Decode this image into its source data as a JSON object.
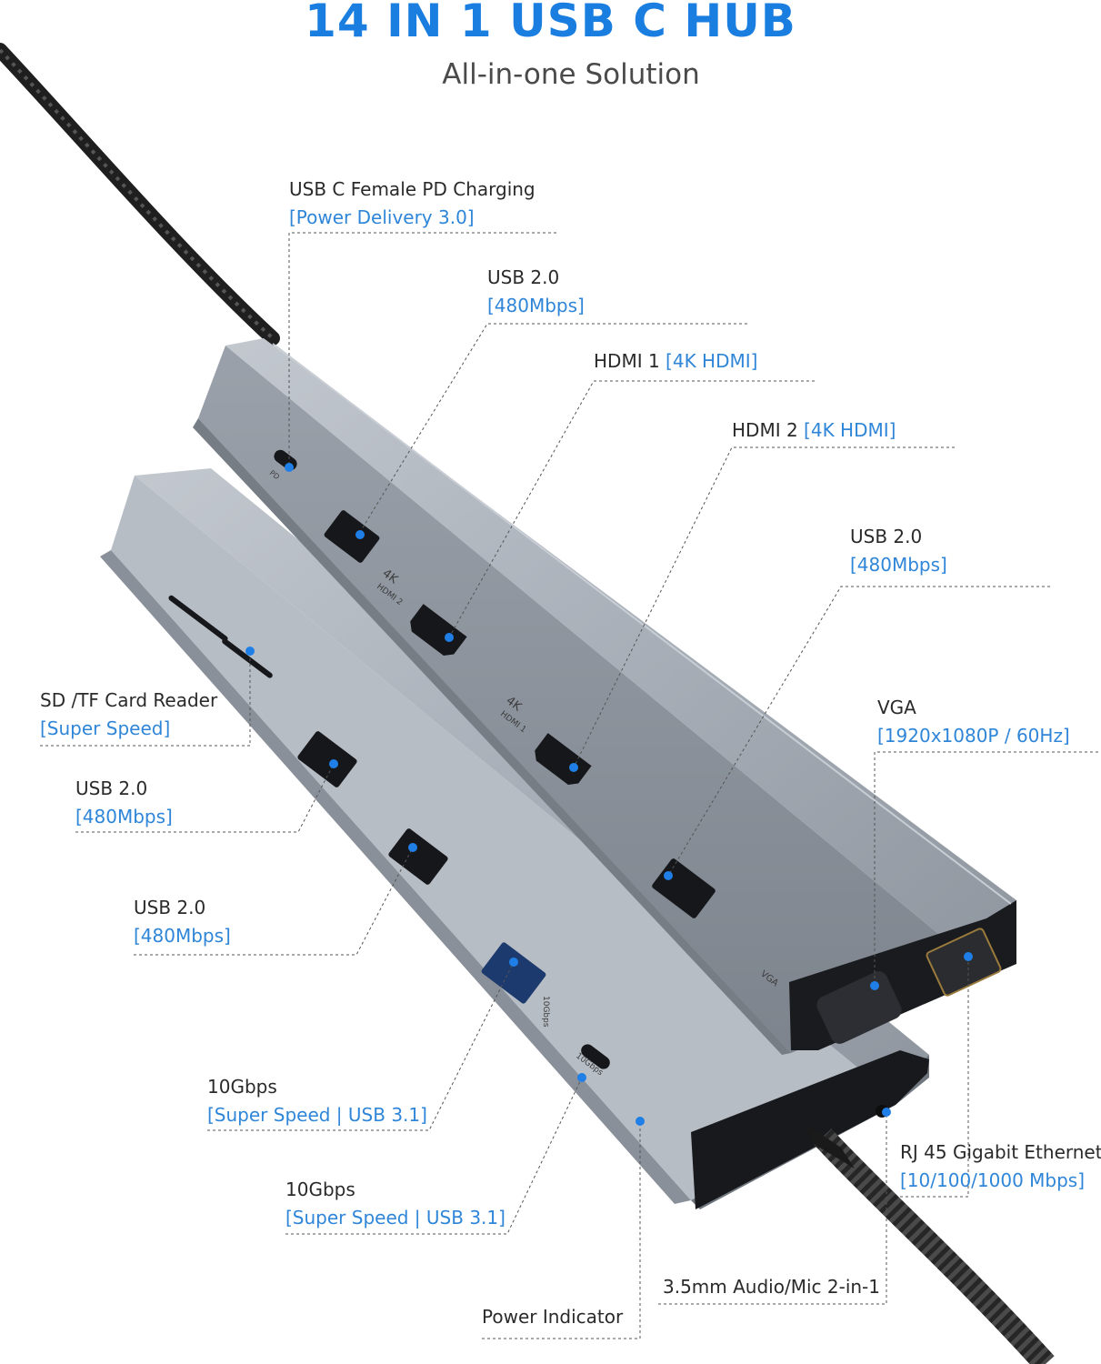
{
  "header": {
    "title": "14 IN 1 USB C HUB",
    "subtitle": "All-in-one Solution"
  },
  "callouts": {
    "pd": {
      "name": "USB C Female PD Charging",
      "spec": "[Power Delivery 3.0]"
    },
    "usb_top_a": {
      "name": "USB 2.0",
      "spec": "[480Mbps]"
    },
    "hdmi1": {
      "name": "HDMI 1",
      "spec": "[4K HDMI]"
    },
    "hdmi2": {
      "name": "HDMI 2",
      "spec": "[4K HDMI]"
    },
    "usb_top_b": {
      "name": "USB 2.0",
      "spec": "[480Mbps]"
    },
    "vga": {
      "name": "VGA",
      "spec": "[1920x1080P / 60Hz]"
    },
    "sd": {
      "name": "SD /TF Card Reader",
      "spec": "[Super Speed]"
    },
    "usb_low_a": {
      "name": "USB 2.0",
      "spec": "[480Mbps]"
    },
    "usb_low_b": {
      "name": "USB 2.0",
      "spec": "[480Mbps]"
    },
    "usb31_a": {
      "name": "10Gbps",
      "spec": "[Super Speed | USB 3.1]"
    },
    "usb31_c": {
      "name": "10Gbps",
      "spec": "[Super Speed | USB 3.1]"
    },
    "rj45": {
      "name": "RJ 45 Gigabit Ethernet",
      "spec": "[10/100/1000 Mbps]"
    },
    "audio": {
      "name": "3.5mm Audio/Mic 2-in-1"
    },
    "power": {
      "name": "Power Indicator"
    }
  },
  "engravings": {
    "hdmi2_badge": "4K",
    "hdmi2_text": "HDMI 2",
    "hdmi1_badge": "4K",
    "hdmi1_text": "HDMI 1",
    "vga_text": "VGA",
    "pd_text": "PD",
    "usb31a_text": "10Gbps",
    "usb31c_text": "10Gbps"
  },
  "colors": {
    "accent": "#1a7ee0",
    "spec_text": "#2f86d8",
    "hub_body": "#a3aab3",
    "hub_dark": "#1c1d20",
    "dot": "#1f7fe6"
  }
}
